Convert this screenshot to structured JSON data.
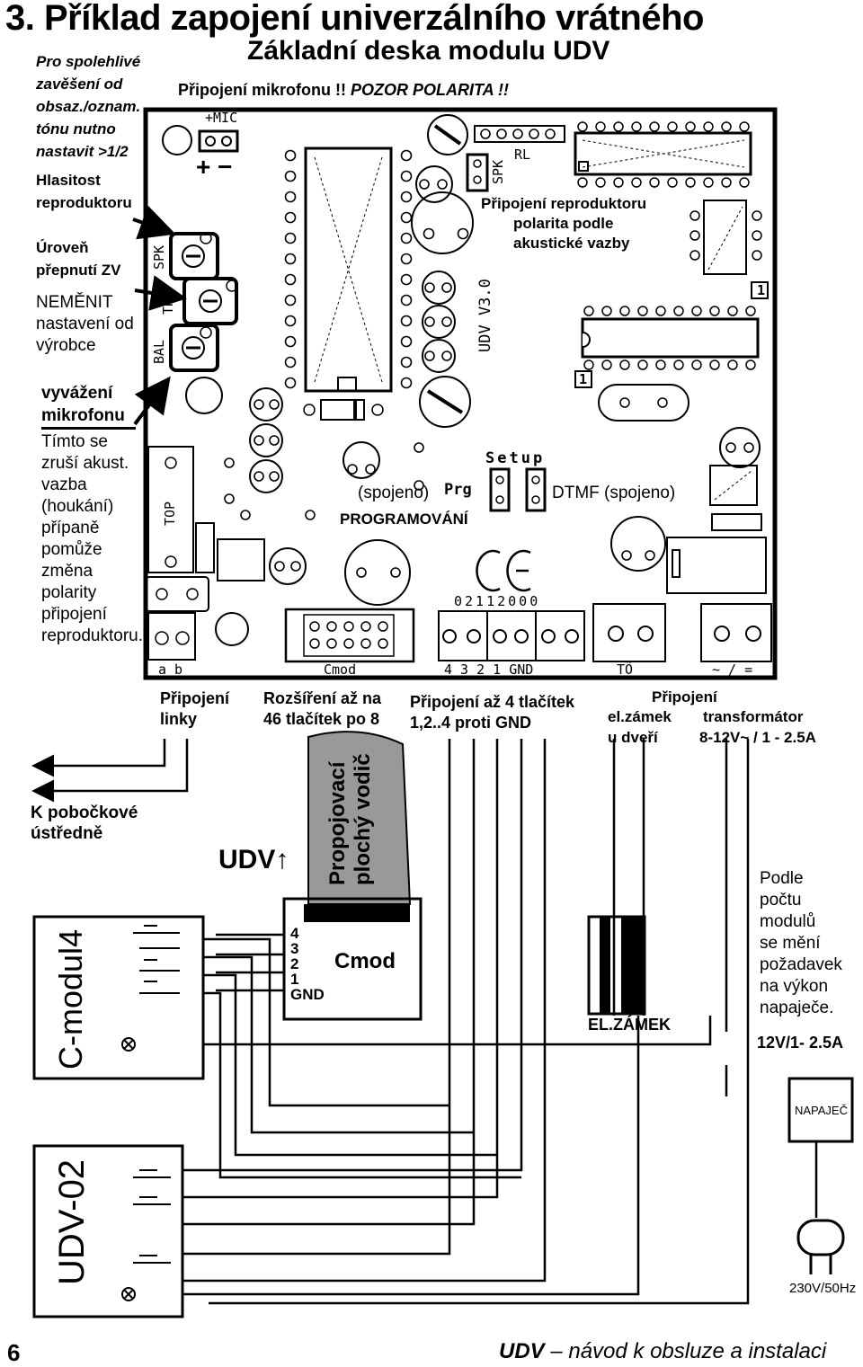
{
  "header": {
    "title": "3. Příklad zapojení univerzálního vrátného",
    "subtitle": "Základní deska modulu UDV",
    "mic_connection": "Připojení mikrofonu !!",
    "polarity_warning": "POZOR POLARITA !!"
  },
  "left_notes": {
    "hook_note": [
      "Pro spolehlivé",
      "zavěšení od",
      "obsaz./oznam.",
      "tónu nutno",
      "nastavit >1/2"
    ],
    "volume": [
      "Hlasitost",
      "reproduktoru"
    ],
    "zv_level": [
      "Úroveň",
      "přepnutí ZV"
    ],
    "factory": [
      "NEMĚNIT",
      "nastavení od",
      "výrobce"
    ],
    "balance": [
      "vyvážení",
      "mikrofonu"
    ],
    "balance_desc": [
      "Tímto se",
      "zruší akust.",
      "vazba",
      "(houkání)",
      "přípaně",
      "pomůže",
      "změna",
      "polarity",
      "připojení",
      "reproduktoru."
    ]
  },
  "board": {
    "mic_label": "+MIC",
    "mic_polarity": "+ −",
    "trim_labels": [
      "SPK",
      "TRH",
      "BAL"
    ],
    "top_label": "TOP",
    "spk_label": "SPK",
    "rl_label": "RL",
    "version": "UDV V3.0",
    "spk_connection": [
      "Připojení reproduktoru",
      "polarita podle",
      "akustické vazby"
    ],
    "setup": "Setup",
    "prg": "Prg",
    "connected_left": "(spojeno)",
    "programming": "PROGRAMOVÁNÍ",
    "dtmf": "DTMF (spojeno)",
    "ce": "CE",
    "code": "02112000",
    "pin_one": "1",
    "bottom_labels": [
      "a  b",
      "Cmod",
      "4  3  2  1  GND",
      "TÖ",
      "~ / ="
    ]
  },
  "connections": {
    "line": [
      "Připojení",
      "linky"
    ],
    "expansion": [
      "Rozšíření až na",
      "46 tlačítek po 8"
    ],
    "buttons": [
      "Připojení  až 4 tlačítek",
      "1,2..4 proti GND"
    ],
    "connection_head": "Připojení",
    "lock": [
      "el.zámek",
      "u dveří"
    ],
    "transformer": [
      "transformátor",
      "8-12V~ / 1 - 2.5A"
    ],
    "exchange": [
      "K pobočkové",
      "ústředně"
    ],
    "udv_arrow": "UDV↑",
    "ribbon": [
      "Propojovací",
      "plochý vodič"
    ],
    "cmod_pins": [
      "4",
      "3",
      "2",
      "1",
      "GND"
    ],
    "cmod": "Cmod",
    "module_c": "C-modul4",
    "module_udv": "UDV-02",
    "lock_label": "EL.ZÁMEK",
    "supply_note": [
      "Podle",
      "počtu",
      "modulů",
      "se mění",
      "požadavek",
      "na výkon",
      "napaječe."
    ],
    "supply_rating": "12V/1- 2.5A",
    "supply": "NAPAJEČ",
    "mains": "230V/50Hz"
  },
  "footer": {
    "page": "6",
    "doc_bold": "UDV",
    "doc_rest": "– návod k obsluze a instalaci"
  }
}
